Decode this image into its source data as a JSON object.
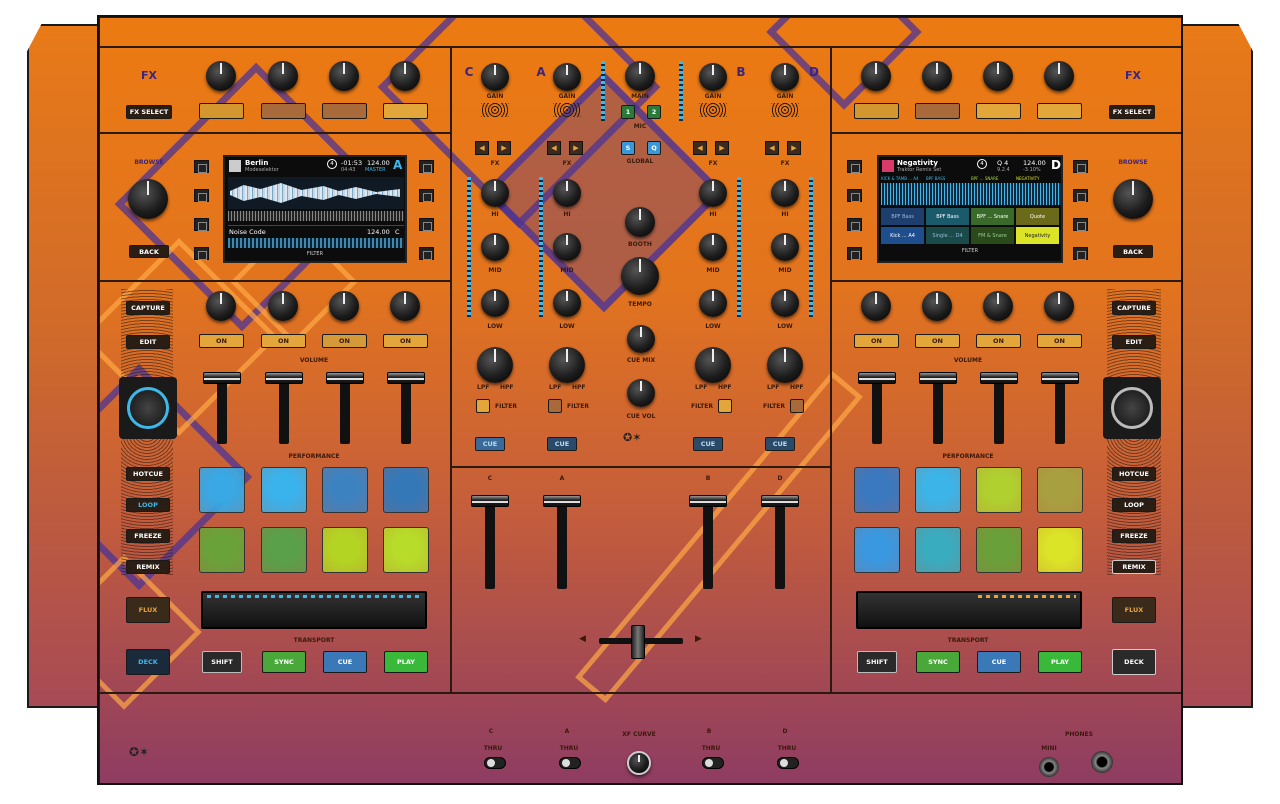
{
  "deck_left": {
    "fx_title": "FX",
    "fx_select": "FX SELECT",
    "browse": "BROWSE",
    "back": "BACK",
    "capture": "CAPTURE",
    "edit": "EDIT",
    "on_labels": [
      "ON",
      "ON",
      "ON",
      "ON"
    ],
    "volume": "VOLUME",
    "performance": "PERFORMANCE",
    "hotcue": "HOTCUE",
    "loop": "LOOP",
    "freeze": "FREEZE",
    "remix": "REMIX",
    "flux": "FLUX",
    "deck": "DECK",
    "transport": "TRANSPORT",
    "shift": "SHIFT",
    "sync": "SYNC",
    "cue": "CUE",
    "play": "PLAY",
    "pads": [
      "#39a8e4",
      "#3ab2ec",
      "#3d82c0",
      "#3478b8",
      "#6aa23a",
      "#5aa04a",
      "#b4d424",
      "#b8dc2a"
    ],
    "screen": {
      "track": "Berlin",
      "artist": "Modeselektor",
      "time": "-01:53",
      "time2": "04:43",
      "bpm": "124.00",
      "master": "MASTER",
      "deck_letter": "A",
      "beat": "4",
      "track2": "Noise Code",
      "bpm2": "124.00",
      "deck2": "C",
      "filter": "FILTER"
    }
  },
  "deck_right": {
    "fx_title": "FX",
    "fx_select": "FX SELECT",
    "browse": "BROWSE",
    "back": "BACK",
    "capture": "CAPTURE",
    "edit": "EDIT",
    "on_labels": [
      "ON",
      "ON",
      "ON",
      "ON"
    ],
    "volume": "VOLUME",
    "performance": "PERFORMANCE",
    "hotcue": "HOTCUE",
    "loop": "LOOP",
    "freeze": "FREEZE",
    "remix": "REMIX",
    "flux": "FLUX",
    "deck": "DECK",
    "transport": "TRANSPORT",
    "shift": "SHIFT",
    "sync": "SYNC",
    "cue": "CUE",
    "play": "PLAY",
    "pads": [
      "#3a78c0",
      "#3cb4e8",
      "#b0d030",
      "#a8a040",
      "#3a98e0",
      "#3aacc0",
      "#6aa03a",
      "#dce428"
    ],
    "screen": {
      "track": "Negativity",
      "artist": "Traktor Remix Set",
      "beat": "4",
      "q": "Q 4",
      "pos": "9.2.4",
      "bpm": "124.00",
      "pitch": "-3.10%",
      "deck_letter": "D",
      "col_heads": [
        "KICK & TAMB ... A4",
        "BPF BASS",
        "BPF ... SNARE",
        "NEGATIVITY"
      ],
      "cells": [
        "BPF Bass",
        "BPF Bass",
        "BPF ... Snare",
        "Quote",
        "Kick ... A4",
        "Single ... D4",
        "FM & Snare",
        "Negativity"
      ],
      "filter": "FILTER"
    }
  },
  "mixer": {
    "channels": [
      "C",
      "A",
      "B",
      "D"
    ],
    "gain": "GAIN",
    "main": "MAIN",
    "mic": "MIC",
    "mic_btns": [
      "1",
      "2"
    ],
    "global": "GLOBAL",
    "sq": [
      "S",
      "Q"
    ],
    "fx": "FX",
    "hi": "HI",
    "mid": "MID",
    "low": "LOW",
    "lpf": "LPF",
    "hpf": "HPF",
    "filter": "FILTER",
    "cue": "CUE",
    "booth": "BOOTH",
    "tempo": "TEMPO",
    "cue_mix": "CUE MIX",
    "cue_vol": "CUE VOL"
  },
  "front": {
    "thru": "THRU",
    "xf_curve": "XF CURVE",
    "phones": "PHONES",
    "mini": "MINI",
    "ch": [
      "C",
      "A",
      "B",
      "D"
    ]
  },
  "colors": {
    "accent": "#e87a18",
    "purple": "#4c3496",
    "blue": "#3db8e8"
  }
}
